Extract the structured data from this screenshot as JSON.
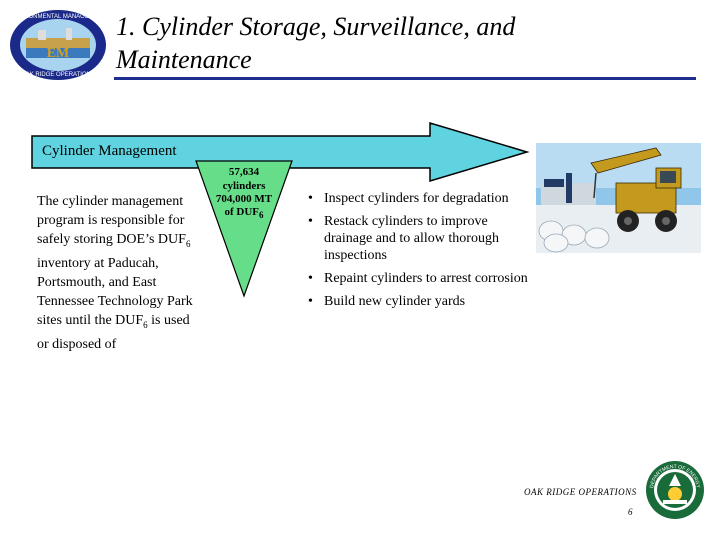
{
  "header": {
    "title_line1": "1. Cylinder Storage, Surveillance, and",
    "title_line2": "Maintenance",
    "logo_text_top": "ENVIRONMENTAL MANAGEMENT",
    "logo_text_mid": "EM",
    "logo_text_bottom": "OAK RIDGE OPERATIONS"
  },
  "arrow": {
    "label": "Cylinder Management"
  },
  "funnel": {
    "line1": "57,634",
    "line2": "cylinders",
    "line3": "704,000 MT",
    "line4_prefix": "of DUF",
    "line4_sub": "6"
  },
  "left_text": {
    "part1": "The cylinder management program is responsible for safely storing DOE’s DUF",
    "sub1": "6",
    "part2": " inventory at Paducah, Portsmouth, and East Tennessee Technology Park sites until the DUF",
    "sub2": "6",
    "part3": " is used or disposed of"
  },
  "bullets": [
    "Inspect cylinders for degradation",
    "Restack cylinders to improve drainage and to allow thorough inspections",
    "Repaint cylinders to arrest corrosion",
    "Build new cylinder yards"
  ],
  "bullet_glyph": "•",
  "footer": {
    "org": "OAK RIDGE OPERATIONS",
    "page": "6",
    "seal_text": "DEPARTMENT OF ENERGY"
  },
  "colors": {
    "arrow_fill": "#5fd3e0",
    "funnel_fill": "#66dd88",
    "rule": "#1f2f8f"
  }
}
